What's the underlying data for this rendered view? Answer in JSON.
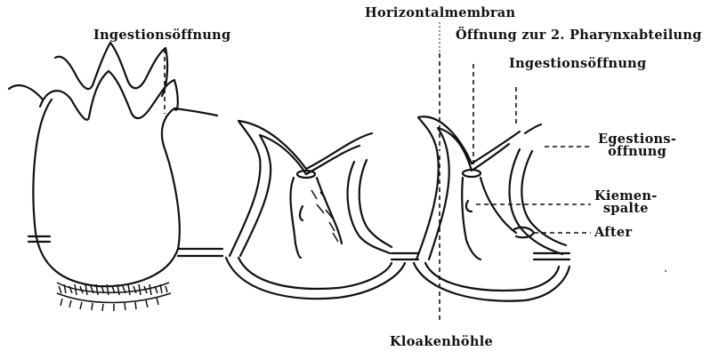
{
  "labels": {
    "ingestion_left": "Ingestionsöffnung",
    "horizontal_membrane": "Horizontalmembran",
    "pharynx_opening": "Öffnung zur 2. Pharynxabteilung",
    "ingestion_right": "Ingestionsöffnung",
    "egestion_line1": "Egestions-",
    "egestion_line2": "öffnung",
    "gill_line1": "Kiemen-",
    "gill_line2": "spalte",
    "anus": "After",
    "cloacal_cavity": "Kloakenhöhle"
  },
  "colors": {
    "ink": "#111111",
    "background": "#ffffff"
  }
}
